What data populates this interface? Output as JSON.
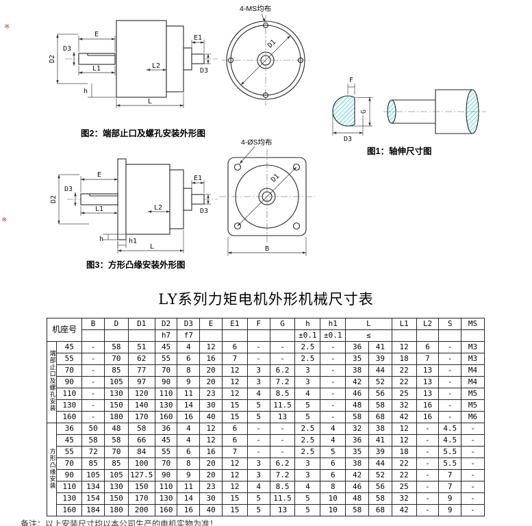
{
  "page": {
    "title": "LY系列力矩电机外形机械尺寸表",
    "footnote": "备注：以上安装尺寸均以本公司生产的电机实物为准！"
  },
  "annotations": {
    "mark1": "※",
    "mark2": "※"
  },
  "colors": {
    "hatch": "#2fb5bc",
    "line": "#222222",
    "mark": "#b83a2c"
  },
  "fig1": {
    "caption": "图1：轴伸尺寸图",
    "labels": {
      "F": "F",
      "G": "G",
      "D3": "D3"
    }
  },
  "fig2": {
    "caption": "图2：端部止口及螺孔安装外形图",
    "bolt_note": "4-MS均布",
    "labels": {
      "E": "E",
      "E1": "E1",
      "D2": "D2",
      "D3": "D3",
      "L1": "L1",
      "L2": "L2",
      "L": "L",
      "h": "h",
      "D1": "D1"
    }
  },
  "fig3": {
    "caption": "图3：方形凸缘安装外形图",
    "bolt_note": "4-ØS均布",
    "labels": {
      "E": "E",
      "E1": "E1",
      "D2": "D2",
      "D3": "D3",
      "L1": "L1",
      "L2": "L2",
      "L": "L",
      "h": "h",
      "h1": "h1",
      "D1": "D1",
      "B": "B"
    }
  },
  "table": {
    "corner_label": "机座号",
    "columns": [
      {
        "label": "B",
        "sub": ""
      },
      {
        "label": "D",
        "sub": ""
      },
      {
        "label": "D1",
        "sub": ""
      },
      {
        "label": "D2",
        "sub": "h7"
      },
      {
        "label": "D3",
        "sub": "f7"
      },
      {
        "label": "E",
        "sub": ""
      },
      {
        "label": "E1",
        "sub": ""
      },
      {
        "label": "F",
        "sub": ""
      },
      {
        "label": "G",
        "sub": ""
      },
      {
        "label": "h",
        "sub": "±0.1"
      },
      {
        "label": "h1",
        "sub": "±0.1"
      },
      {
        "label": "L",
        "sub": "≤",
        "span": 2
      },
      {
        "label": "L1",
        "sub": ""
      },
      {
        "label": "L2",
        "sub": ""
      },
      {
        "label": "S",
        "sub": ""
      },
      {
        "label": "MS",
        "sub": ""
      }
    ],
    "groups": [
      {
        "label": "端部止口及螺孔安装",
        "rows": [
          {
            "frame": "45",
            "values": [
              "-",
              "58",
              "51",
              "45",
              "4",
              "12",
              "6",
              "-",
              "-",
              "2.5",
              "-",
              "36",
              "41",
              "12",
              "6",
              "-",
              "M3"
            ]
          },
          {
            "frame": "55",
            "values": [
              "-",
              "70",
              "62",
              "55",
              "6",
              "16",
              "7",
              "-",
              "-",
              "2.5",
              "-",
              "35",
              "39",
              "18",
              "7",
              "-",
              "M3"
            ]
          },
          {
            "frame": "70",
            "values": [
              "-",
              "85",
              "77",
              "70",
              "8",
              "20",
              "12",
              "3",
              "6.2",
              "3",
              "-",
              "38",
              "44",
              "22",
              "13",
              "-",
              "M4"
            ]
          },
          {
            "frame": "90",
            "values": [
              "-",
              "105",
              "97",
              "90",
              "9",
              "20",
              "12",
              "3",
              "7.2",
              "3",
              "-",
              "42",
              "52",
              "22",
              "13",
              "-",
              "M4"
            ]
          },
          {
            "frame": "110",
            "values": [
              "-",
              "130",
              "120",
              "110",
              "11",
              "23",
              "12",
              "4",
              "8.5",
              "4",
              "-",
              "46",
              "56",
              "25",
              "13",
              "-",
              "M5"
            ]
          },
          {
            "frame": "130",
            "values": [
              "-",
              "150",
              "140",
              "130",
              "14",
              "30",
              "15",
              "5",
              "11.5",
              "5",
              "-",
              "48",
              "58",
              "32",
              "16",
              "-",
              "M5"
            ]
          },
          {
            "frame": "160",
            "values": [
              "-",
              "180",
              "170",
              "160",
              "16",
              "40",
              "15",
              "5",
              "13",
              "5",
              "-",
              "58",
              "68",
              "42",
              "16",
              "-",
              "M6"
            ]
          }
        ]
      },
      {
        "label": "方形凸缘安装",
        "rows": [
          {
            "frame": "36",
            "values": [
              "50",
              "48",
              "58",
              "36",
              "4",
              "12",
              "6",
              "-",
              "-",
              "2.5",
              "4",
              "32",
              "38",
              "12",
              "-",
              "4.5",
              "-"
            ]
          },
          {
            "frame": "45",
            "values": [
              "58",
              "58",
              "66",
              "45",
              "4",
              "12",
              "6",
              "-",
              "-",
              "2.5",
              "4",
              "36",
              "41",
              "12",
              "-",
              "4.5",
              "-"
            ]
          },
          {
            "frame": "55",
            "values": [
              "72",
              "70",
              "84",
              "55",
              "6",
              "16",
              "7",
              "-",
              "-",
              "2.5",
              "5",
              "35",
              "39",
              "18",
              "-",
              "5.5",
              "-"
            ]
          },
          {
            "frame": "70",
            "values": [
              "85",
              "85",
              "100",
              "70",
              "8",
              "20",
              "12",
              "3",
              "6.2",
              "3",
              "6",
              "38",
              "44",
              "22",
              "-",
              "5.5",
              "-"
            ]
          },
          {
            "frame": "90",
            "values": [
              "105",
              "105",
              "127.5",
              "90",
              "9",
              "20",
              "12",
              "3",
              "7.2",
              "3",
              "6",
              "42",
              "52",
              "22",
              "-",
              "7",
              "-"
            ]
          },
          {
            "frame": "110",
            "values": [
              "134",
              "130",
              "150",
              "110",
              "11",
              "23",
              "12",
              "4",
              "8.5",
              "4",
              "8",
              "46",
              "56",
              "25",
              "-",
              "7",
              "-"
            ]
          },
          {
            "frame": "130",
            "values": [
              "154",
              "150",
              "170",
              "130",
              "14",
              "30",
              "15",
              "5",
              "11.5",
              "5",
              "10",
              "48",
              "58",
              "32",
              "-",
              "9",
              "-"
            ]
          },
          {
            "frame": "160",
            "values": [
              "184",
              "180",
              "200",
              "160",
              "16",
              "40",
              "15",
              "5",
              "13",
              "5",
              "10",
              "58",
              "68",
              "42",
              "-",
              "9",
              "-"
            ]
          }
        ]
      }
    ]
  }
}
